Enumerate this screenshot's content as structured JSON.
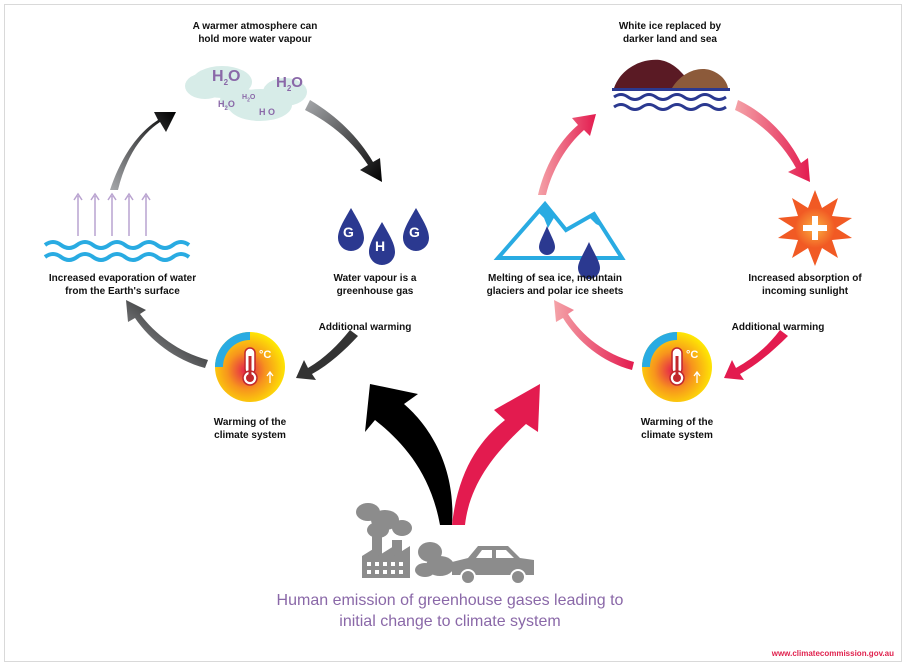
{
  "left_cycle": {
    "top_label_line1": "A warmer atmosphere can",
    "top_label_line2": "hold more water vapour",
    "right_label_line1": "Water vapour is a",
    "right_label_line2": "greenhouse gas",
    "warming_label": "Additional warming",
    "bottom_label_line1": "Warming of the",
    "bottom_label_line2": "climate system",
    "left_label_line1": "Increased evaporation of water",
    "left_label_line2": "from the Earth's surface",
    "ghg_letters": [
      "G",
      "H",
      "G"
    ],
    "h2o_text": "H₂O"
  },
  "right_cycle": {
    "top_label_line1": "White ice replaced by",
    "top_label_line2": "darker land and sea",
    "right_label_line1": "Increased absorption of",
    "right_label_line2": "incoming sunlight",
    "warming_label": "Additional warming",
    "bottom_label_line1": "Warming of the",
    "bottom_label_line2": "climate system",
    "left_label_line1": "Melting of sea ice, mountain",
    "left_label_line2": "glaciers and polar ice sheets"
  },
  "thermometer_unit": "°C",
  "caption_line1": "Human emission of greenhouse gases leading to",
  "caption_line2": "initial change to climate system",
  "source_url": "www.climatecommission.gov.au",
  "colors": {
    "grey_arrow": "#a7a9ac",
    "pink_arrow": "#f4a3a8",
    "red_arrow": "#e31b4f",
    "black_arrow": "#000000",
    "purple": "#8a68a8",
    "water_blue": "#29abe2",
    "drop_navy": "#2b3990",
    "land_dark": "#5a1a24",
    "land_brown": "#8c5a3a",
    "sun_orange": "#f15a24"
  }
}
